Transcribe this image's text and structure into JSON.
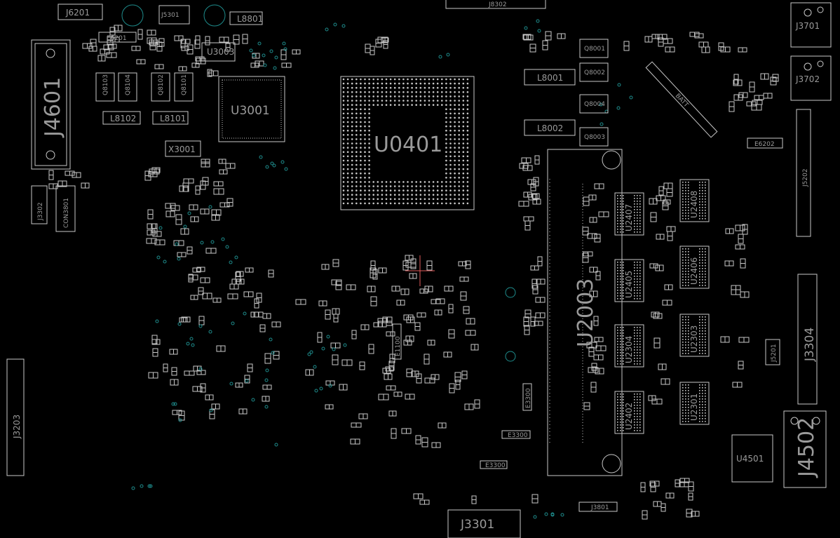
{
  "board": {
    "colors": {
      "background": "#000000",
      "silkscreen": "#c8c8c8",
      "label": "#9a9a9a",
      "via": "#1e8c8c",
      "cursor": "#e05a5a"
    },
    "labels": {
      "j6201": "J6201",
      "j5301": "J5301",
      "l8801": "L8801",
      "j8302": "J8302",
      "j4601": "J4601",
      "e6201": "E6201",
      "u3003": "U3003",
      "q8001": "Q8001",
      "q8002": "Q8002",
      "q8004": "Q8004",
      "q8003": "Q8003",
      "q8103": "Q8103",
      "q8104": "Q8104",
      "q8102": "Q8102",
      "q8101": "Q8101",
      "u3001": "U3001",
      "u0401": "U0401",
      "l8001": "L8001",
      "l8002": "L8002",
      "l8102": "L8102",
      "l8101": "L8101",
      "x3001": "X3001",
      "batt": "BATT",
      "j3701": "J3701",
      "j3702": "J3702",
      "e6202": "E6202",
      "j5202": "J5202",
      "j3302": "J3302",
      "con3801": "CON3801",
      "u2407": "U2407",
      "u2408": "U2408",
      "u2405": "U2405",
      "u2406": "U2406",
      "u2304": "U2304",
      "u2303": "U2303",
      "u2402": "U2402",
      "u2301": "U2301",
      "u2003": "U2003",
      "e1100": "E1100",
      "j3304": "J3304",
      "j5201": "J5201",
      "j3203": "J3203",
      "u4501": "U4501",
      "j4502": "J4502",
      "j3301": "J3301",
      "j3801": "J3801",
      "e3300a": "E3300",
      "e3300b": "E3300",
      "e3300c": "E3300"
    }
  }
}
